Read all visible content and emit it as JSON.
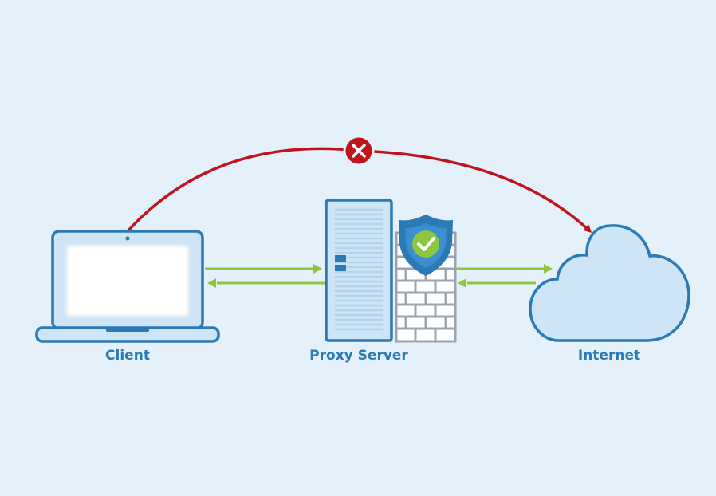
{
  "nodes": {
    "client": {
      "label": "Client",
      "icon": "laptop-icon"
    },
    "proxy": {
      "label": "Proxy Server",
      "icon": "server-icon",
      "badges": [
        "firewall-icon",
        "shield-check-icon"
      ]
    },
    "internet": {
      "label": "Internet",
      "icon": "cloud-icon"
    }
  },
  "connections": [
    {
      "from": "client",
      "to": "internet",
      "style": "blocked",
      "marker": "x-circle-icon",
      "color": "#c0141c"
    },
    {
      "from": "client",
      "to": "proxy",
      "style": "two-way",
      "color": "#8dc63f"
    },
    {
      "from": "proxy",
      "to": "internet",
      "style": "two-way",
      "color": "#8dc63f"
    }
  ],
  "colors": {
    "background": "#e4f1fb",
    "accent_blue": "#2a7ab5",
    "icon_fill": "#cde5f7",
    "allowed_arrow": "#8dc63f",
    "blocked_arrow": "#c0141c",
    "firewall_gray": "#9aa5ad"
  }
}
